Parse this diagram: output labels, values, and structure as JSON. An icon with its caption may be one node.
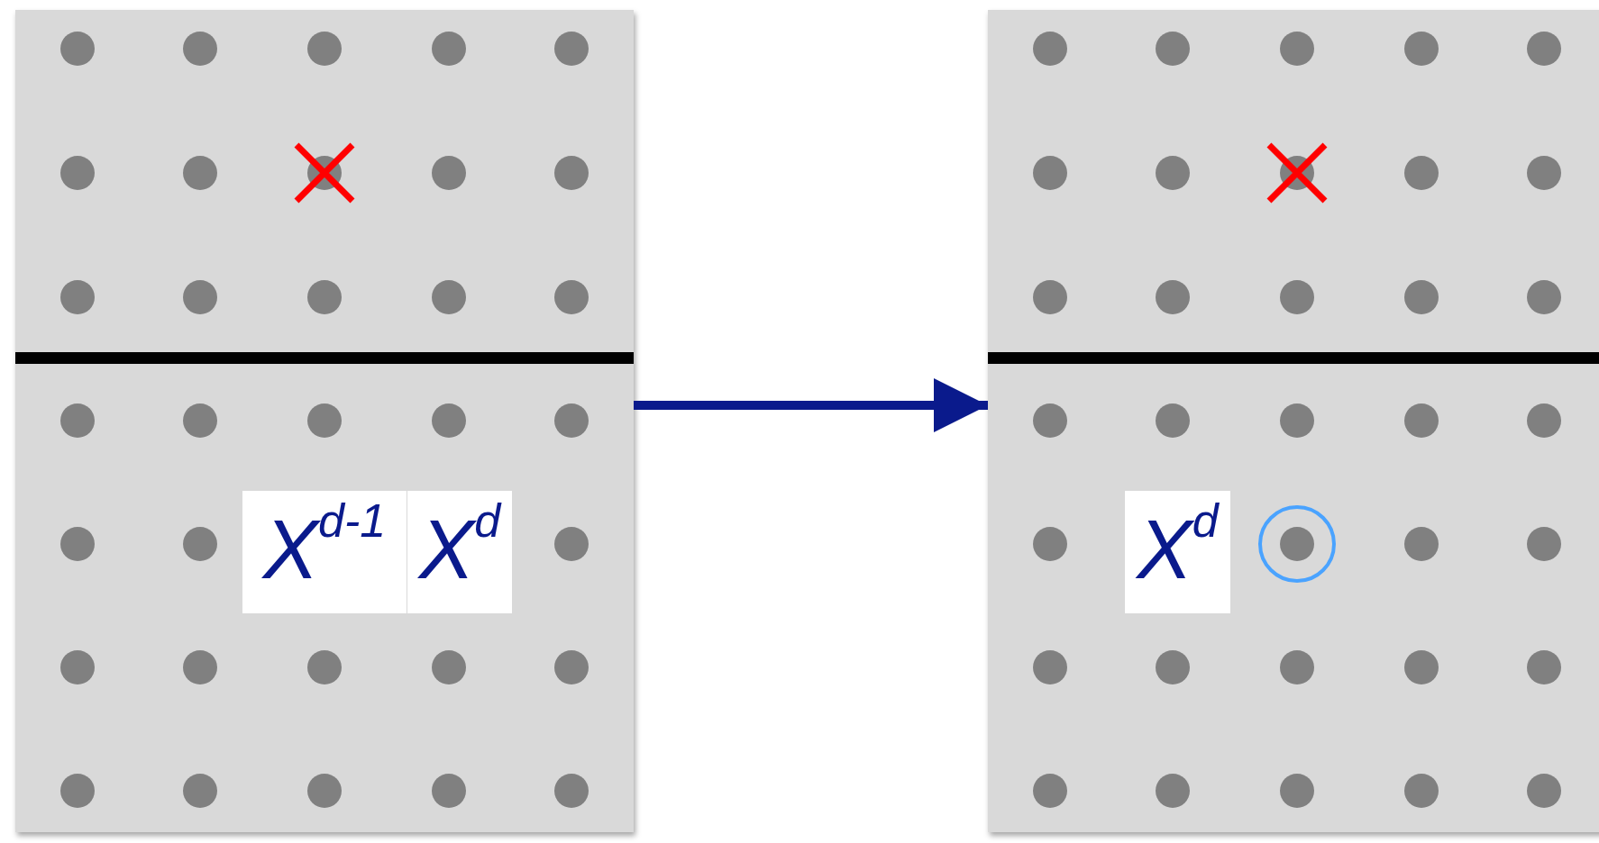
{
  "diagram": {
    "nodes": [
      {
        "text": [],
        "shape": "box"
      },
      {
        "text": [
          "X$^{d-1}$"
        ],
        "in": 0
      },
      {
        "text": [
          "X$^{d}$"
        ],
        "in": 0
      },
      {
        "text": [],
        "shape": "box"
      },
      {
        "text": [
          "X$^{d}$"
        ],
        "in": 3
      }
    ],
    "edges": [
      {
        "from": 0,
        "to": 3,
        "arrow": "to"
      }
    ]
  }
}
